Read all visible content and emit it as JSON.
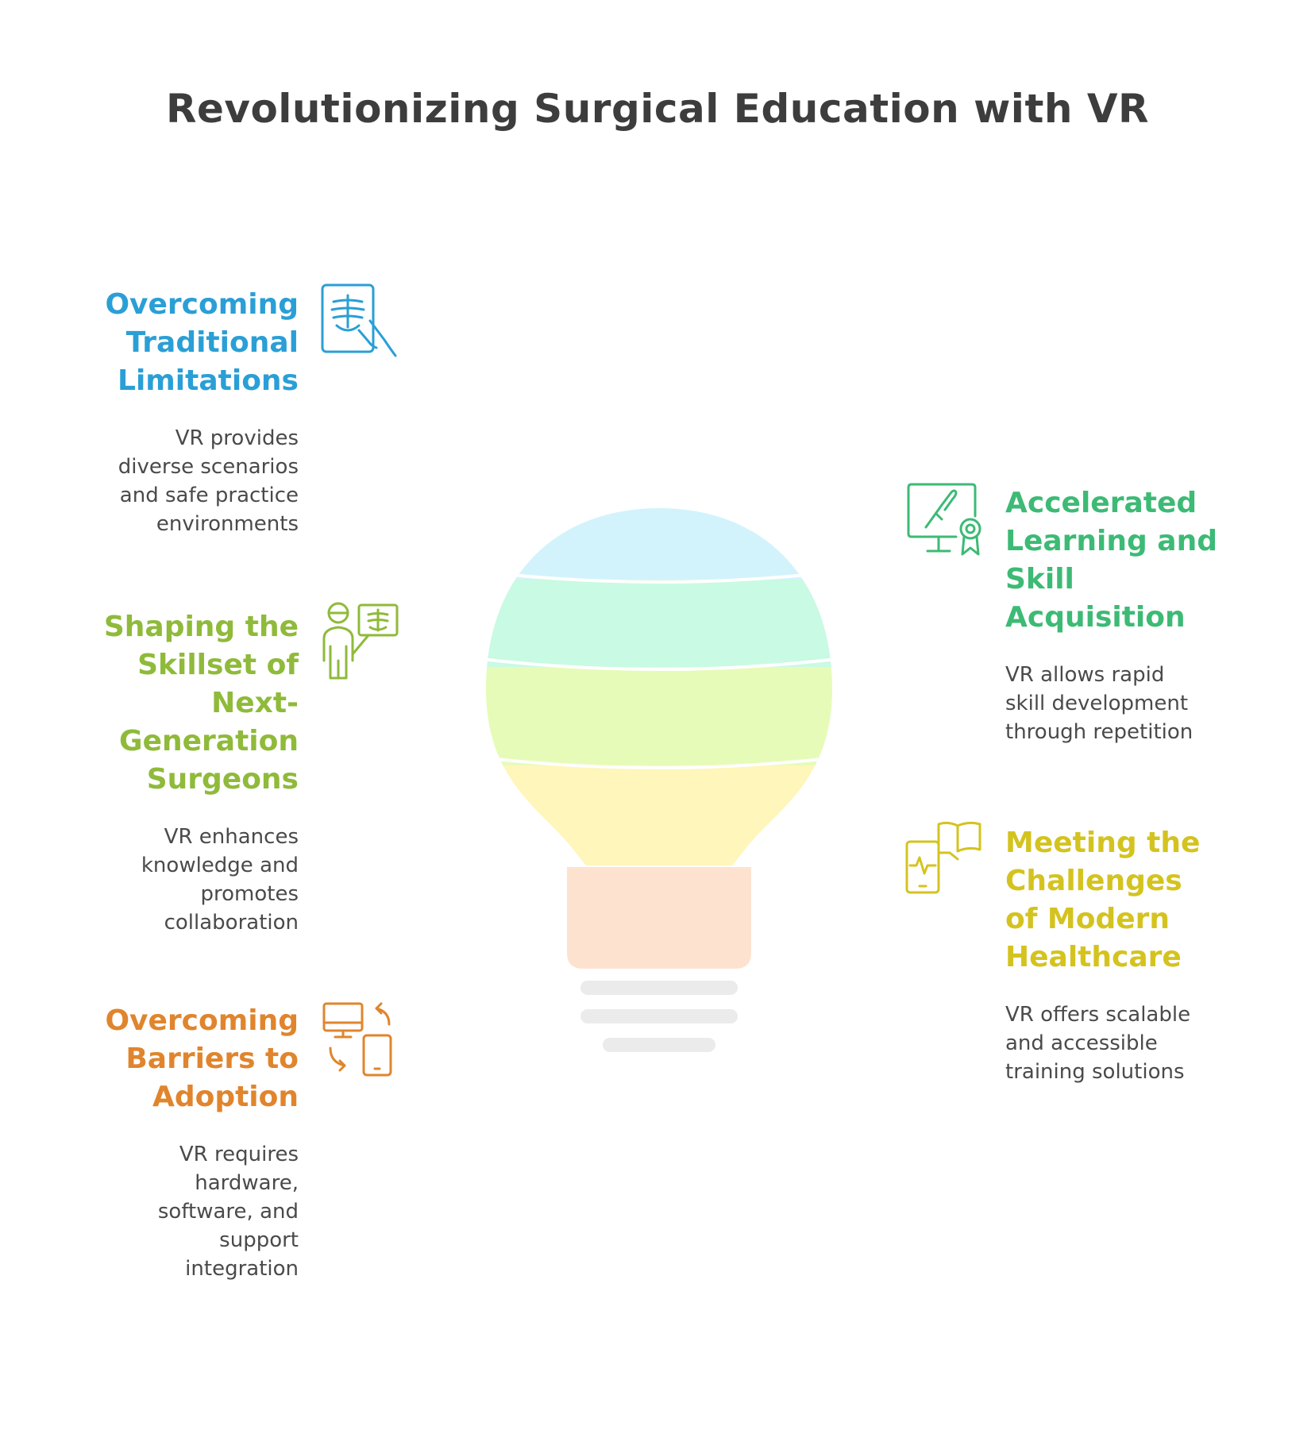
{
  "title": "Revolutionizing Surgical Education with VR",
  "colors": {
    "blue": "#2a9fd6",
    "green": "#3dba75",
    "lime": "#8fba3a",
    "yellow": "#d4c31f",
    "orange": "#e0852d",
    "bulb_top": "#d3f3fc",
    "bulb_band2": "#c9fae3",
    "bulb_band3": "#e7fbb9",
    "bulb_band4": "#fef6ba",
    "bulb_base": "#fde3cf",
    "bulb_lines": "#ebebeb"
  },
  "items": [
    {
      "side": "left",
      "color": "#2a9fd6",
      "icon": "xray-tablet-icon",
      "title_lines": [
        "Overcoming",
        "Traditional",
        "Limitations"
      ],
      "desc_lines": [
        "VR provides",
        "diverse scenarios",
        "and safe practice",
        "environments"
      ]
    },
    {
      "side": "left",
      "color": "#8fba3a",
      "icon": "surgeon-xray-board-icon",
      "title_lines": [
        "Shaping the",
        "Skillset of",
        "Next-",
        "Generation",
        "Surgeons"
      ],
      "desc_lines": [
        "VR enhances",
        "knowledge and",
        "promotes",
        "collaboration"
      ]
    },
    {
      "side": "left",
      "color": "#e0852d",
      "icon": "devices-sync-icon",
      "title_lines": [
        "Overcoming",
        "Barriers to",
        "Adoption"
      ],
      "desc_lines": [
        "VR requires",
        "hardware,",
        "software, and",
        "support",
        "integration"
      ]
    },
    {
      "side": "right",
      "color": "#3dba75",
      "icon": "monitor-certificate-icon",
      "title_lines": [
        "Accelerated",
        "Learning and",
        "Skill",
        "Acquisition"
      ],
      "desc_lines": [
        "VR allows rapid",
        "skill development",
        "through repetition"
      ]
    },
    {
      "side": "right",
      "color": "#d4c31f",
      "icon": "phone-book-icon",
      "title_lines": [
        "Meeting the",
        "Challenges",
        "of Modern",
        "Healthcare"
      ],
      "desc_lines": [
        "VR offers scalable",
        "and accessible",
        "training solutions"
      ]
    }
  ]
}
